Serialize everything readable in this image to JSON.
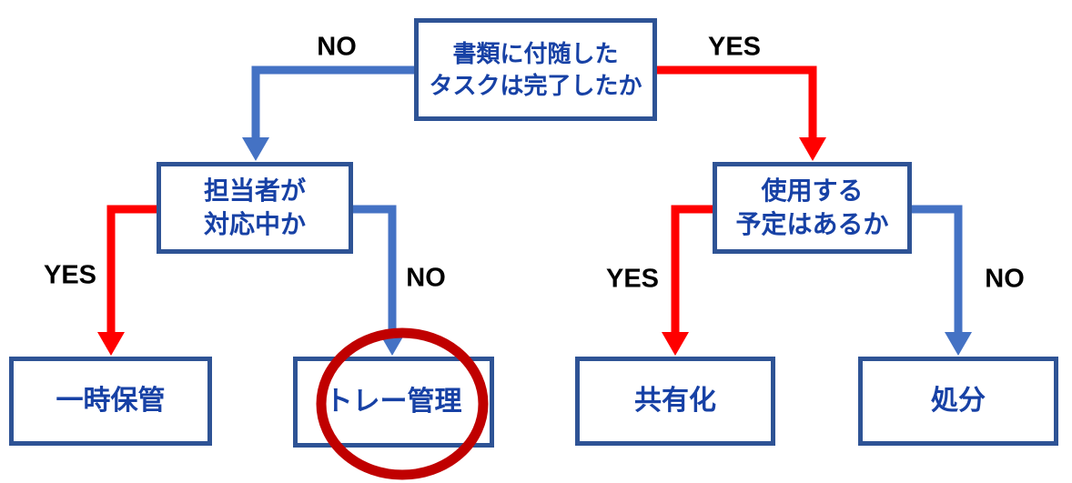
{
  "diagram": {
    "nodes": {
      "root": {
        "line1": "書類に付随した",
        "line2": "タスクは完了したか"
      },
      "in_charge": {
        "line1": "担当者が",
        "line2": "対応中か"
      },
      "plan_to_use": {
        "line1": "使用する",
        "line2": "予定はあるか"
      },
      "temp_storage": {
        "label": "一時保管"
      },
      "tray_management": {
        "label": "トレー管理"
      },
      "sharing": {
        "label": "共有化"
      },
      "disposal": {
        "label": "処分"
      }
    },
    "edge_labels": {
      "root_no": "NO",
      "root_yes": "YES",
      "in_charge_yes": "YES",
      "in_charge_no": "NO",
      "plan_yes": "YES",
      "plan_no": "NO"
    },
    "colors": {
      "box_border": "#2E5395",
      "box_text": "#1741A5",
      "yes_arrow": "#FF0000",
      "no_arrow": "#4472C4",
      "edge_label_text": "#000000",
      "highlight_circle": "#C00000"
    }
  }
}
